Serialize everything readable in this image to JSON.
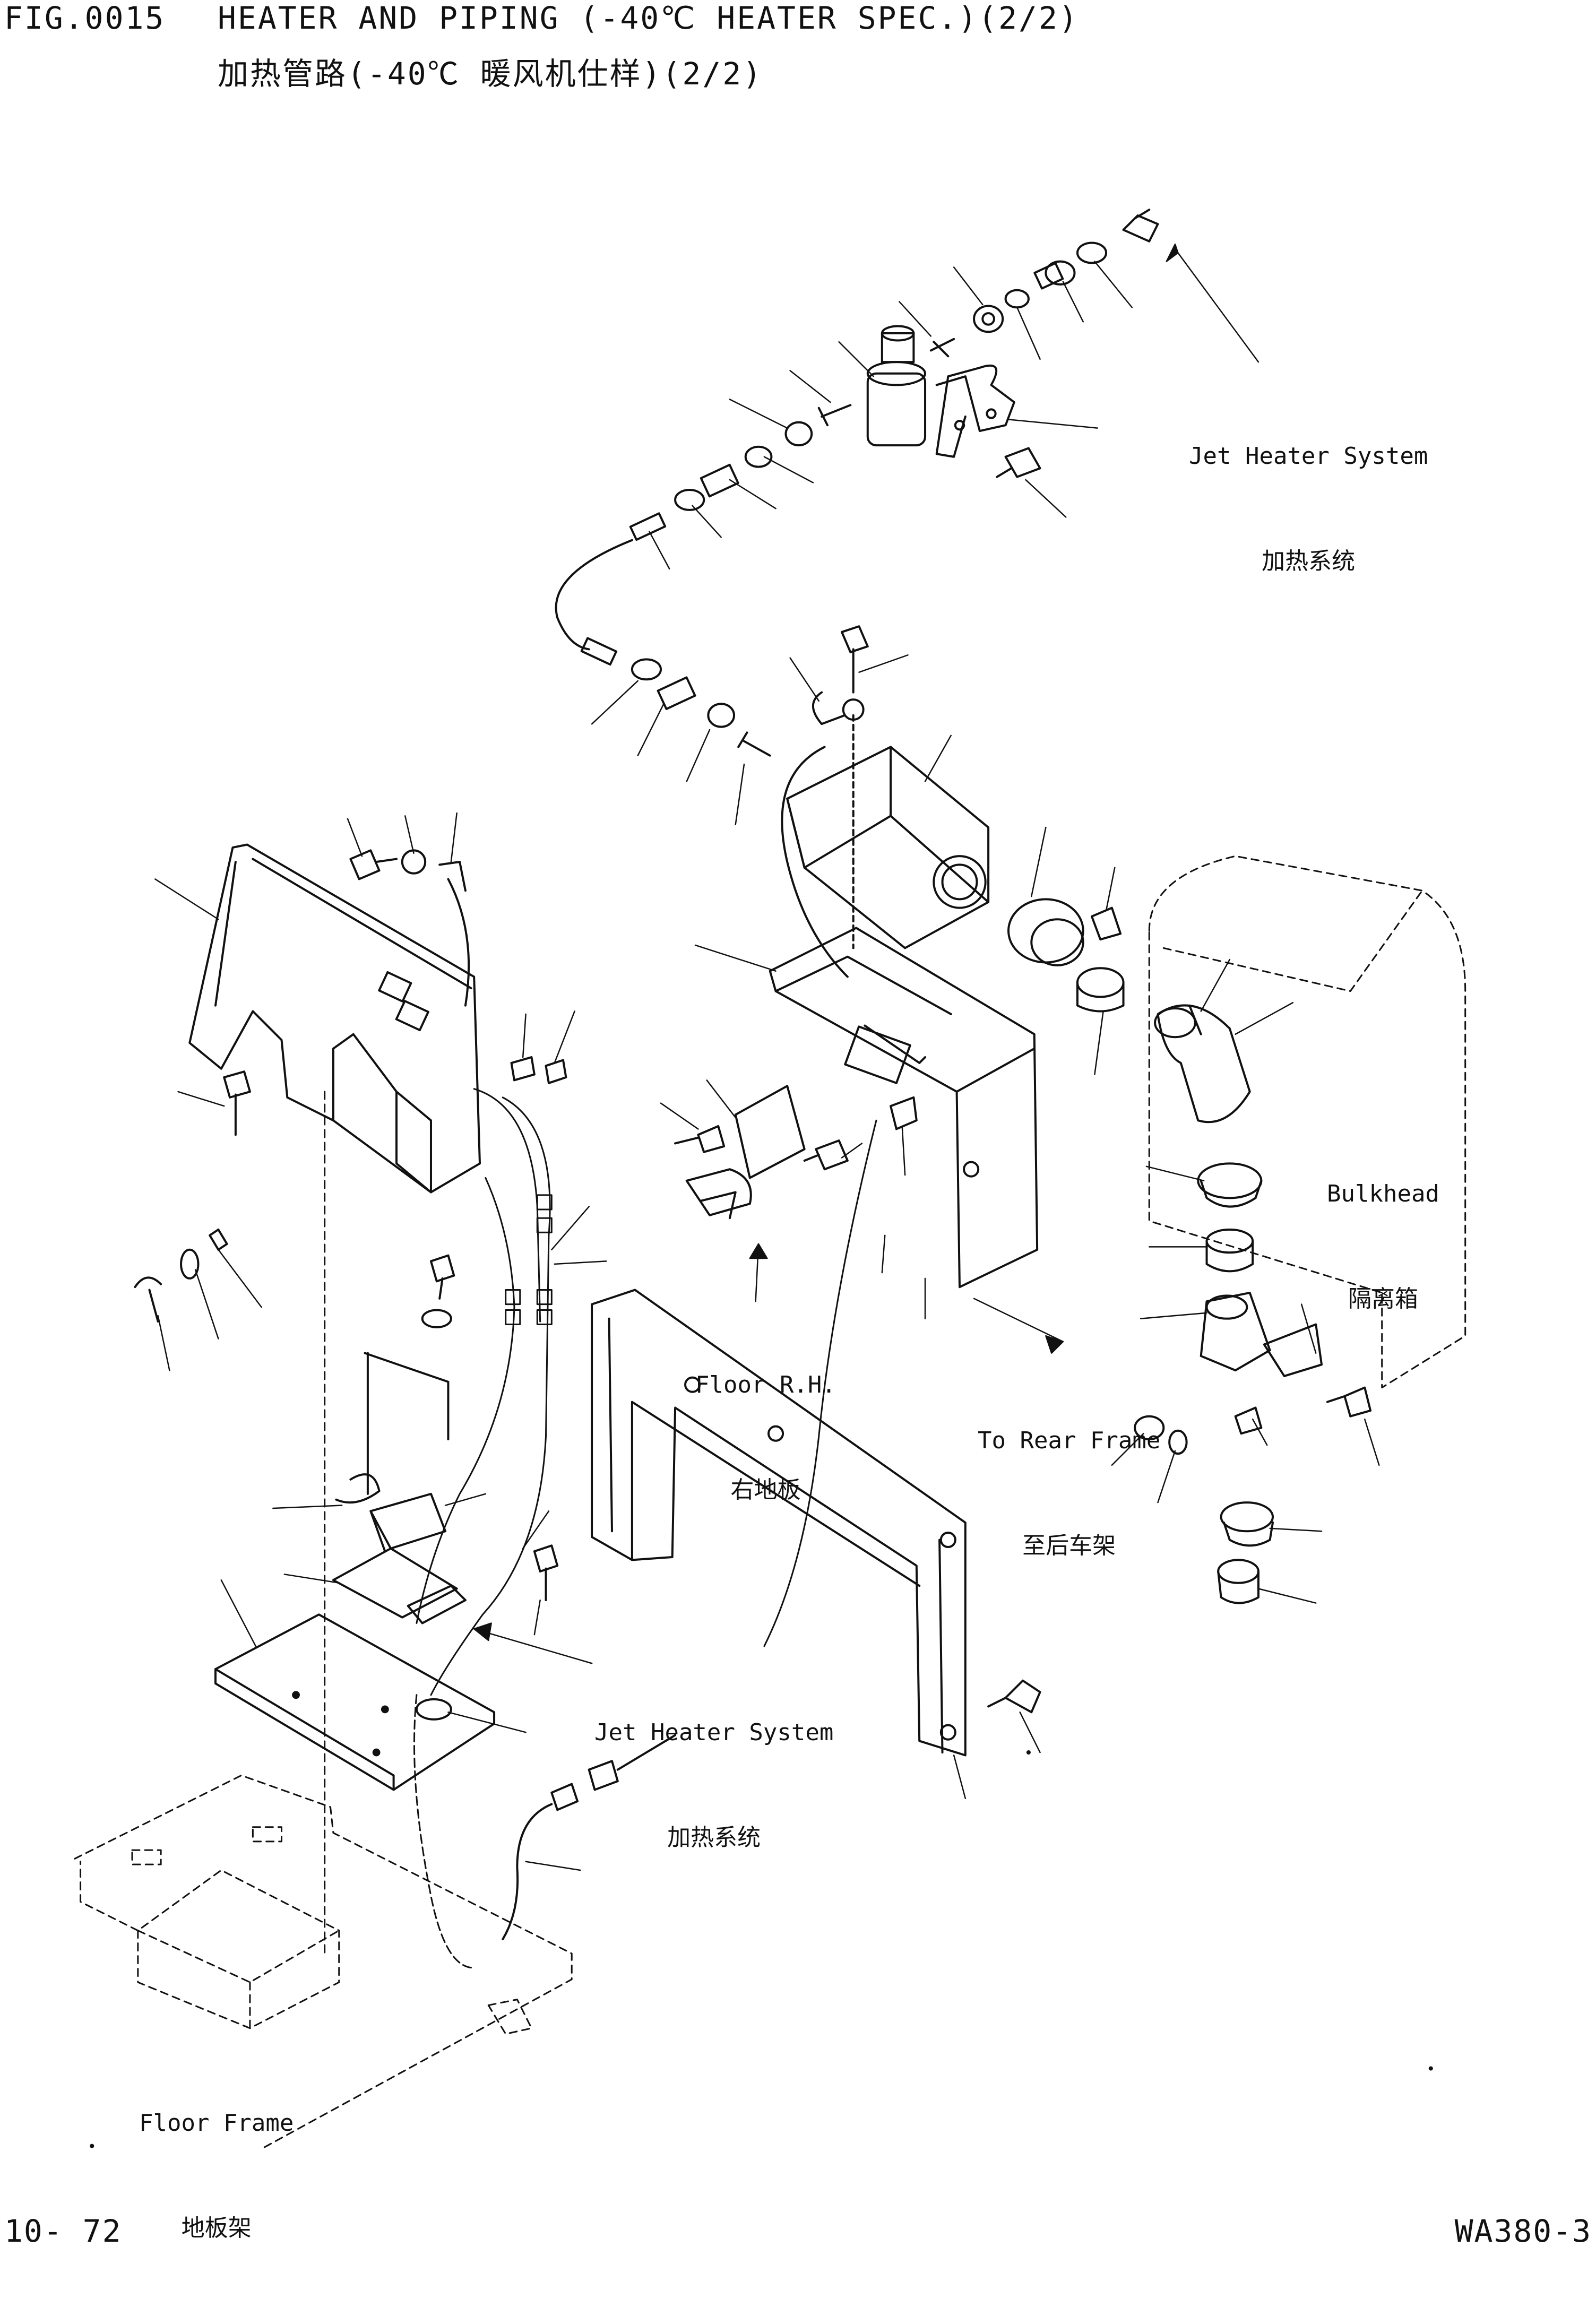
{
  "header": {
    "figure_no": "FIG.0015",
    "title_en": "HEATER AND PIPING (-40℃ HEATER SPEC.)(2/2)",
    "title_zh": "加热管路(-40℃ 暖风机仕样)(2/2)"
  },
  "labels": {
    "jet_heater_top": {
      "en": "Jet Heater System",
      "zh": "加热系统"
    },
    "bulkhead": {
      "en": "Bulkhead",
      "zh": "隔离箱"
    },
    "floor_rh": {
      "en": "Floor R.H.",
      "zh": "右地板"
    },
    "to_rear_frame": {
      "en": "To Rear Frame",
      "zh": "至后车架"
    },
    "jet_heater_mid": {
      "en": "Jet Heater System",
      "zh": "加热系统"
    },
    "floor_frame": {
      "en": "Floor Frame",
      "zh": "地板架"
    }
  },
  "footer": {
    "page_no": "10- 72",
    "model": "WA380-3"
  }
}
